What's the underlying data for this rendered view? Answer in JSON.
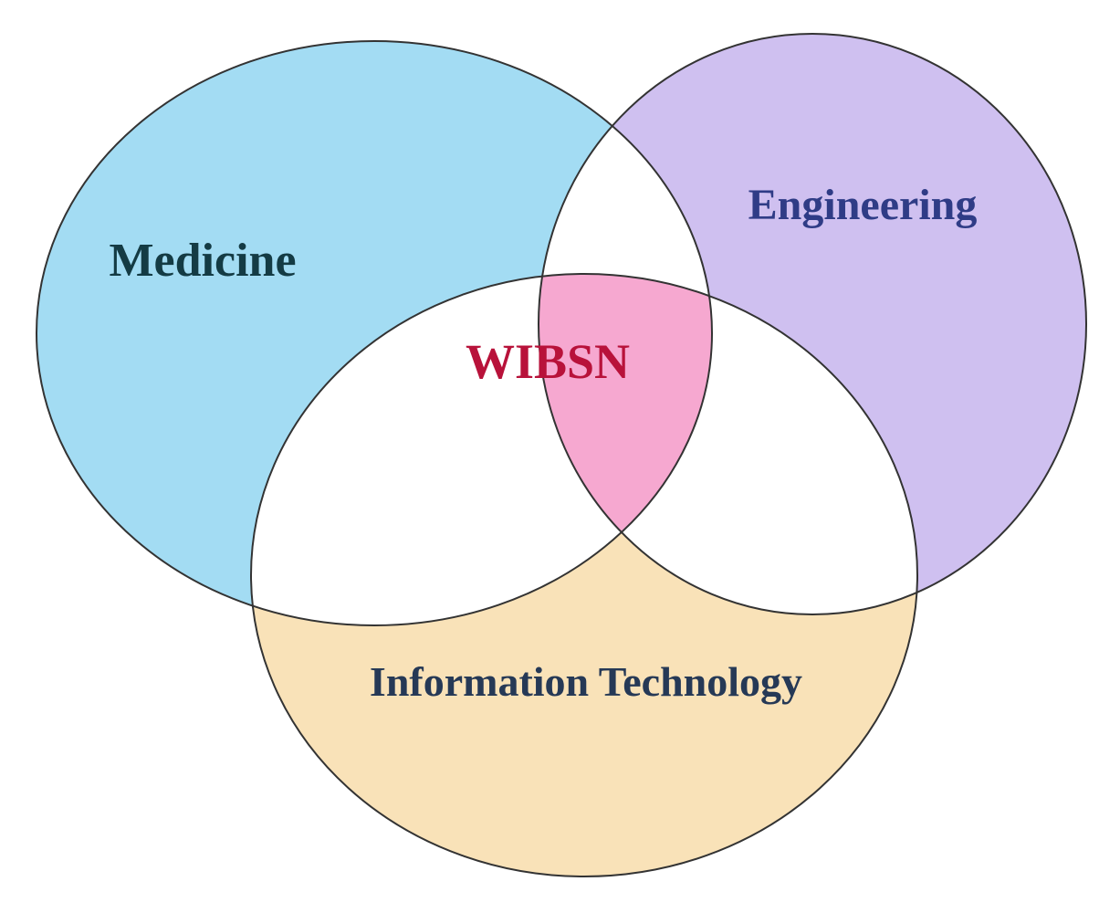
{
  "diagram": {
    "sets": [
      {
        "id": "medicine",
        "label": "Medicine",
        "fill": "#a3dcf3",
        "text_color": "#143b44"
      },
      {
        "id": "engineering",
        "label": "Engineering",
        "fill": "#cfc0f0",
        "text_color": "#2f3c86"
      },
      {
        "id": "information-technology",
        "label": "Information Technology",
        "fill": "#f9e2b8",
        "text_color": "#263956"
      }
    ],
    "center": {
      "label": "WIBSN",
      "fill": "#f6a8d0",
      "text_color": "#b8123a"
    },
    "background": "#ffffff"
  }
}
